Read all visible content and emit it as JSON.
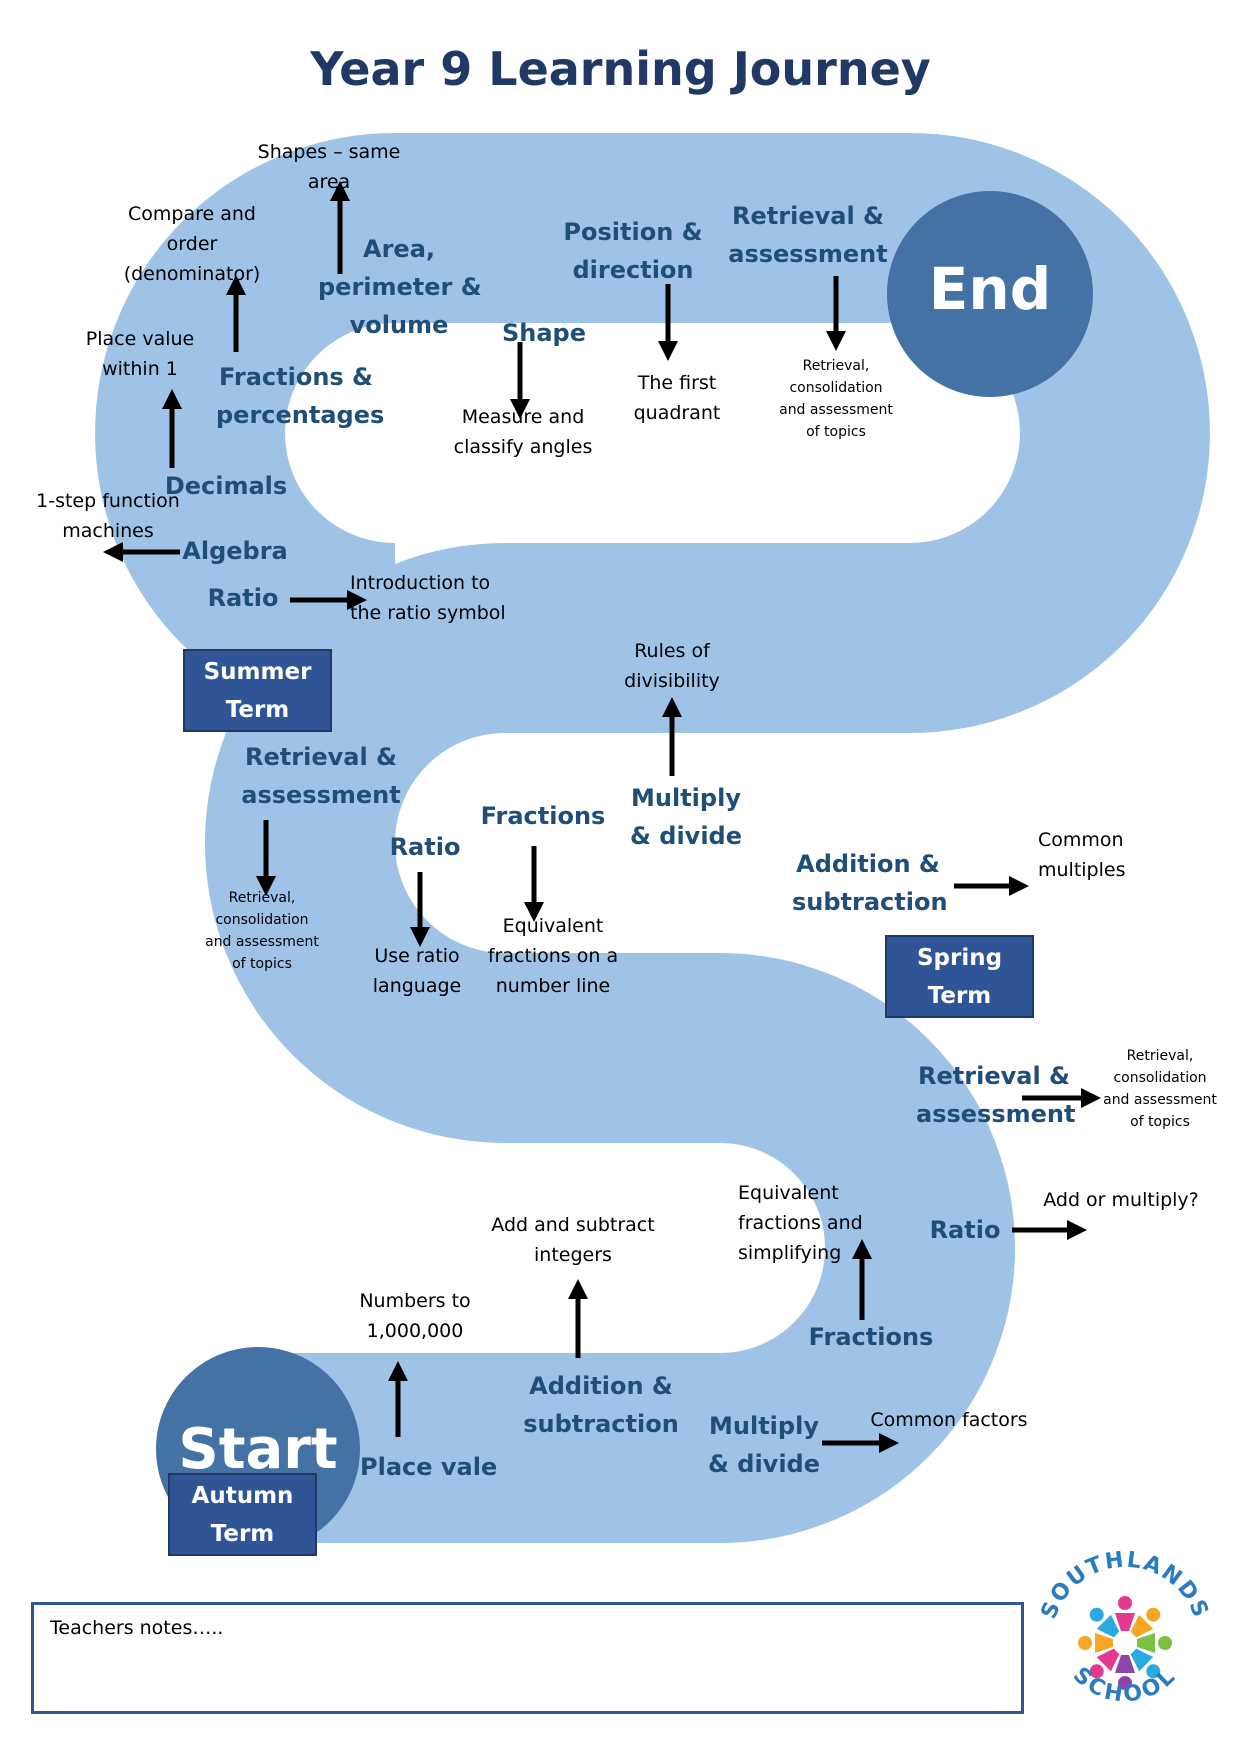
{
  "title": "Year 9 Learning Journey",
  "colors": {
    "path": "#9fc3e7",
    "circle": "#4472a4",
    "term_box": "#2f5597",
    "topic_text": "#1f4e79",
    "title_text": "#1f3864",
    "notes_border": "#2f5597"
  },
  "circles": {
    "start": "Start",
    "end": "End"
  },
  "terms": {
    "autumn": [
      "Autumn",
      "Term"
    ],
    "spring": [
      "Spring",
      "Term"
    ],
    "summer": [
      "Summer",
      "Term"
    ]
  },
  "autumn_topics": {
    "place_value": "Place vale",
    "addition_subtraction": [
      "Addition &",
      "subtraction"
    ],
    "multiply_divide": [
      "Multiply",
      "& divide"
    ],
    "fractions": "Fractions",
    "ratio": "Ratio",
    "retrieval": [
      "Retrieval &",
      "assessment"
    ]
  },
  "autumn_notes": {
    "place_value": [
      "Numbers to",
      "1,000,000"
    ],
    "addition_subtraction": [
      "Add and subtract",
      "integers"
    ],
    "multiply_divide": "Common factors",
    "fractions": [
      "Equivalent",
      "fractions and",
      "simplifying"
    ],
    "ratio": "Add or multiply?",
    "retrieval": [
      "Retrieval,",
      "consolidation",
      "and assessment",
      "of topics"
    ]
  },
  "spring_topics": {
    "addition_subtraction": [
      "Addition &",
      "subtraction"
    ],
    "multiply_divide": [
      "Multiply",
      "& divide"
    ],
    "fractions": "Fractions",
    "ratio": "Ratio",
    "retrieval": [
      "Retrieval &",
      "assessment"
    ]
  },
  "spring_notes": {
    "addition_subtraction": [
      "Common",
      "multiples"
    ],
    "multiply_divide": [
      "Rules of",
      "divisibility"
    ],
    "fractions": [
      "Equivalent",
      "fractions on a",
      "number line"
    ],
    "ratio": [
      "Use ratio",
      "language"
    ],
    "retrieval": [
      "Retrieval,",
      "consolidation",
      "and assessment",
      "of topics"
    ]
  },
  "summer_topics": {
    "ratio": "Ratio",
    "algebra": "Algebra",
    "decimals": "Decimals",
    "fractions_percentages": [
      "Fractions &",
      "percentages"
    ],
    "area": [
      "Area,",
      "perimeter &",
      "volume"
    ],
    "shape": "Shape",
    "position": [
      "Position &",
      "direction"
    ],
    "retrieval": [
      "Retrieval &",
      "assessment"
    ]
  },
  "summer_notes": {
    "ratio": [
      "Introduction to",
      "the ratio symbol"
    ],
    "algebra": [
      "1-step function",
      "machines"
    ],
    "decimals": [
      "Place value",
      "within 1"
    ],
    "fractions_percentages": [
      "Compare and",
      "order",
      "(denominator)"
    ],
    "area": [
      "Shapes – same",
      "area"
    ],
    "shape": [
      "Measure and",
      "classify angles"
    ],
    "position": [
      "The first",
      "quadrant"
    ],
    "retrieval": [
      "Retrieval,",
      "consolidation",
      "and assessment",
      "of topics"
    ]
  },
  "notes": {
    "label": "Teachers notes….."
  },
  "logo": {
    "text": "SOUTHLANDS SCHOOL"
  }
}
